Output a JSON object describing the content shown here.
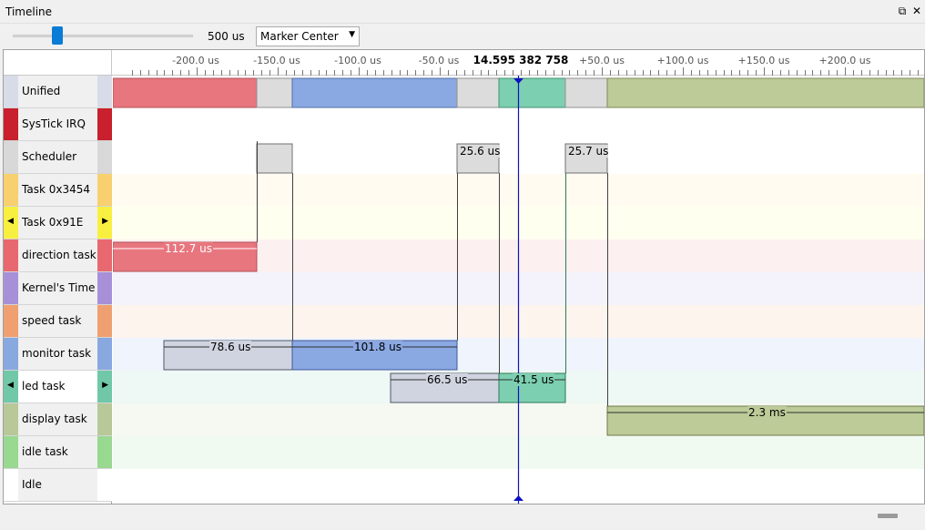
{
  "window": {
    "title": "Timeline",
    "restore_icon": "restore-icon",
    "close_icon": "close-icon"
  },
  "toolbar": {
    "zoom_label": "500 us",
    "marker_mode": "Marker Center"
  },
  "ruler": {
    "center_label": "14.595 382 758",
    "tick_labels": [
      "-200.0 us",
      "-150.0 us",
      "-100.0 us",
      "-50.0 us",
      "+50.0 us",
      "+100.0 us",
      "+150.0 us",
      "+200.0 us"
    ]
  },
  "tracks": [
    {
      "name": "Unified",
      "color": "#d8dce8"
    },
    {
      "name": "SysTick IRQ",
      "color": "#c8202c"
    },
    {
      "name": "Scheduler",
      "color": "#d8d8d8"
    },
    {
      "name": "Task 0x3454",
      "color": "#f8d070"
    },
    {
      "name": "Task 0x91E",
      "color": "#f8f040",
      "arrows": true
    },
    {
      "name": "direction task",
      "color": "#e86870"
    },
    {
      "name": "Kernel's Time",
      "color": "#a890d8"
    },
    {
      "name": "speed task",
      "color": "#f0a070"
    },
    {
      "name": "monitor task",
      "color": "#88a8e0"
    },
    {
      "name": "led task",
      "color": "#70c8a8",
      "arrows": true,
      "selected": true
    },
    {
      "name": "display task",
      "color": "#b8c898"
    },
    {
      "name": "idle task",
      "color": "#98d890"
    },
    {
      "name": "Idle",
      "color": "#ffffff"
    }
  ],
  "segments": {
    "scheduler_a": "25.6 us",
    "scheduler_b": "25.7 us",
    "direction": "112.7 us",
    "monitor_a": "78.6 us",
    "monitor_b": "101.8 us",
    "led_a": "66.5 us",
    "led_b": "41.5 us",
    "display": "2.3 ms"
  },
  "colors": {
    "marker": "#1010c0",
    "direction": "#e8707a",
    "monitor": "#8aa8e2",
    "led": "#7ccfb0",
    "display": "#bccb98",
    "inactive": "#d0d4e0"
  }
}
